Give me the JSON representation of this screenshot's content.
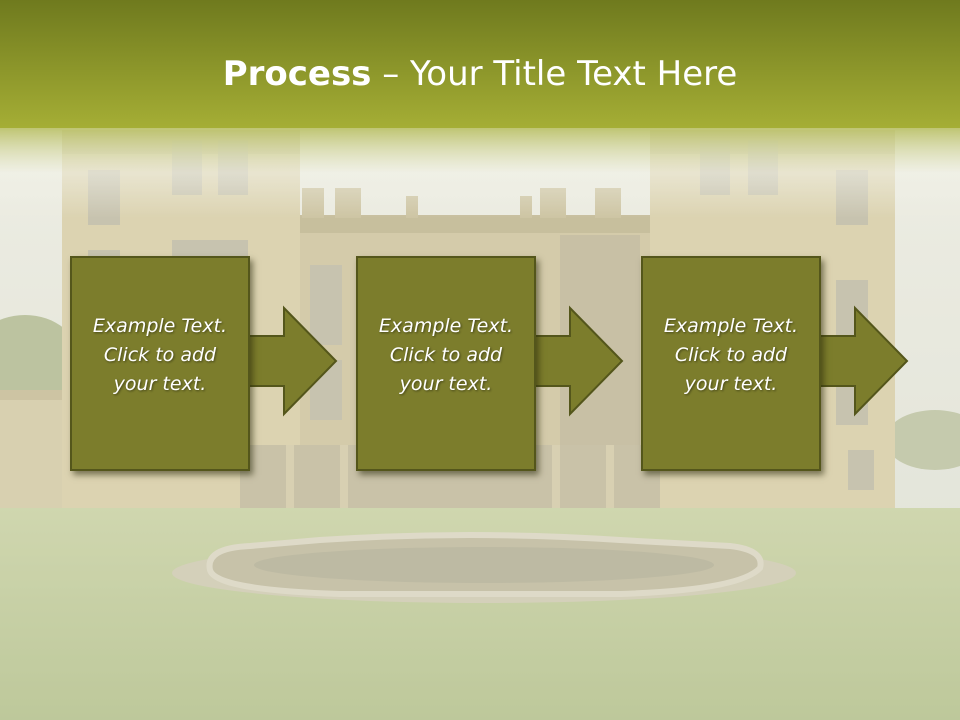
{
  "title": {
    "strong": "Process",
    "rest": " – Your Title Text Here"
  },
  "colors": {
    "header_top": "#6f7a1e",
    "header_bottom": "#a5ae35",
    "box_fill": "#7c7d2c",
    "box_border": "#54561b",
    "text": "#ffffff"
  },
  "steps": [
    {
      "lines": [
        "Example Text.",
        "Click  to add",
        "your text."
      ]
    },
    {
      "lines": [
        "Example Text.",
        "Click  to add",
        "your text."
      ]
    },
    {
      "lines": [
        "Example Text.",
        "Click  to add",
        "your text."
      ]
    }
  ]
}
